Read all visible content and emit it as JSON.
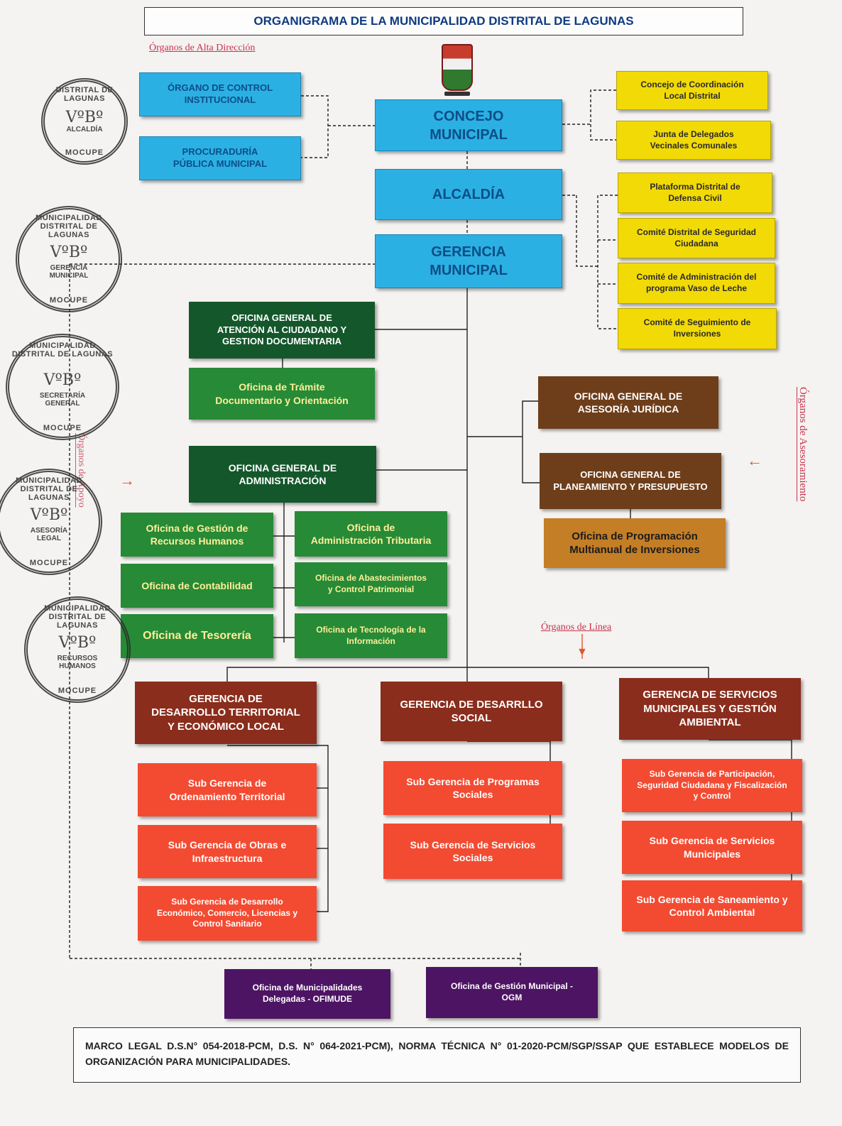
{
  "title": "ORGANIGRAMA DE LA MUNICIPALIDAD DISTRITAL DE LAGUNAS",
  "sections": {
    "alta_direccion": "Órganos de Alta Dirección",
    "asesoramiento": "Órganos de Asesoramiento",
    "apoyo": "Órganos de Apoyo",
    "linea": "Órganos de Línea"
  },
  "boxes": {
    "oci": "ÓRGANO DE CONTROL\nINSTITUCIONAL",
    "procuraduria": "PROCURADURÍA\nPÚBLICA MUNICIPAL",
    "concejo": "CONCEJO\nMUNICIPAL",
    "alcaldia": "ALCALDÍA",
    "gerencia_municipal": "GERENCIA\nMUNICIPAL",
    "concejo_coordinacion": "Concejo de Coordinación\nLocal Distrital",
    "junta_delegados": "Junta de Delegados\nVecinales Comunales",
    "plataforma_defensa": "Plataforma Distrital de\nDefensa Civil",
    "comite_seguridad": "Comité Distrital de Seguridad\nCiudadana",
    "comite_vaso_leche": "Comité de Administración del\nprograma Vaso de Leche",
    "comite_inversiones": "Comité de Seguimiento de\nInversiones",
    "og_atencion": "OFICINA GENERAL DE\nATENCIÓN AL CIUDADANO Y\nGESTION DOCUMENTARIA",
    "of_tramite": "Oficina de Trámite\nDocumentario y Orientación",
    "og_administracion": "OFICINA GENERAL DE\nADMINISTRACIÓN",
    "of_rrhh": "Oficina de Gestión de\nRecursos Humanos",
    "of_tributaria": "Oficina de\nAdministración Tributaria",
    "of_contabilidad": "Oficina de Contabilidad",
    "of_abastecimientos": "Oficina de Abastecimientos\ny Control Patrimonial",
    "of_tesoreria": "Oficina de Tesorería",
    "of_tecnologia": "Oficina de Tecnología de la\nInformación",
    "og_juridica": "OFICINA GENERAL DE\nASESORÍA JURÍDICA",
    "og_planeamiento": "OFICINA GENERAL DE\nPLANEAMIENTO Y PRESUPUESTO",
    "of_programacion": "Oficina de Programación\nMultianual de Inversiones",
    "g_territorial": "GERENCIA DE\nDESARROLLO TERRITORIAL\nY ECONÓMICO LOCAL",
    "g_social": "GERENCIA DE DESARRLLO\nSOCIAL",
    "g_servicios": "GERENCIA DE SERVICIOS\nMUNICIPALES Y GESTIÓN\nAMBIENTAL",
    "sg_ordenamiento": "Sub Gerencia de\nOrdenamiento Territorial",
    "sg_obras": "Sub Gerencia de Obras e\nInfraestructura",
    "sg_desarrollo_economico": "Sub Gerencia de Desarrollo\nEconómico, Comercio, Licencias y\nControl Sanitario",
    "sg_programas_sociales": "Sub Gerencia de Programas\nSociales",
    "sg_servicios_sociales": "Sub Gerencia de Servicios\nSociales",
    "sg_participacion": "Sub Gerencia de Participación,\nSeguridad Ciudadana y Fiscalización\ny Control",
    "sg_servicios_municipales": "Sub Gerencia de Servicios\nMunicipales",
    "sg_saneamiento": "Sub Gerencia de Saneamiento y\nControl Ambiental",
    "of_ofimude": "Oficina de Municipalidades\nDelegadas - OFIMUDE",
    "of_ogm": "Oficina de Gestión Municipal -\nOGM"
  },
  "stamps": [
    {
      "ring": "DISTRITAL DE LAGUNAS",
      "vb": "VºBº",
      "office": "ALCALDÍA",
      "bottom": "MOCUPE"
    },
    {
      "ring": "MUNICIPALIDAD DISTRITAL DE LAGUNAS",
      "vb": "VºBº",
      "office": "GERENCIA\nMUNICIPAL",
      "bottom": "MOCUPE"
    },
    {
      "ring": "MUNICIPALIDAD DISTRITAL DE LAGUNAS",
      "vb": "VºBº",
      "office": "SECRETARÍA\nGENERAL",
      "bottom": "MOCUPE"
    },
    {
      "ring": "MUNICIPALIDAD DISTRITAL DE LAGUNAS",
      "vb": "VºBº",
      "office": "ASESORÍA\nLEGAL",
      "bottom": "MOCUPE"
    },
    {
      "ring": "MUNICIPALIDAD DISTRITAL DE LAGUNAS",
      "vb": "VºBº",
      "office": "RECURSOS\nHUMANOS",
      "bottom": "MOCUPE"
    }
  ],
  "footer": "MARCO LEGAL D.S.N° 054-2018-PCM, D.S. N° 064-2021-PCM), NORMA TÉCNICA N° 01-2020-PCM/SGP/SSAP QUE ESTABLECE MODELOS DE ORGANIZACIÓN PARA MUNICIPALIDADES.",
  "icons": {
    "crest": "municipal-crest-icon",
    "arrow": "red-arrow-icon"
  }
}
